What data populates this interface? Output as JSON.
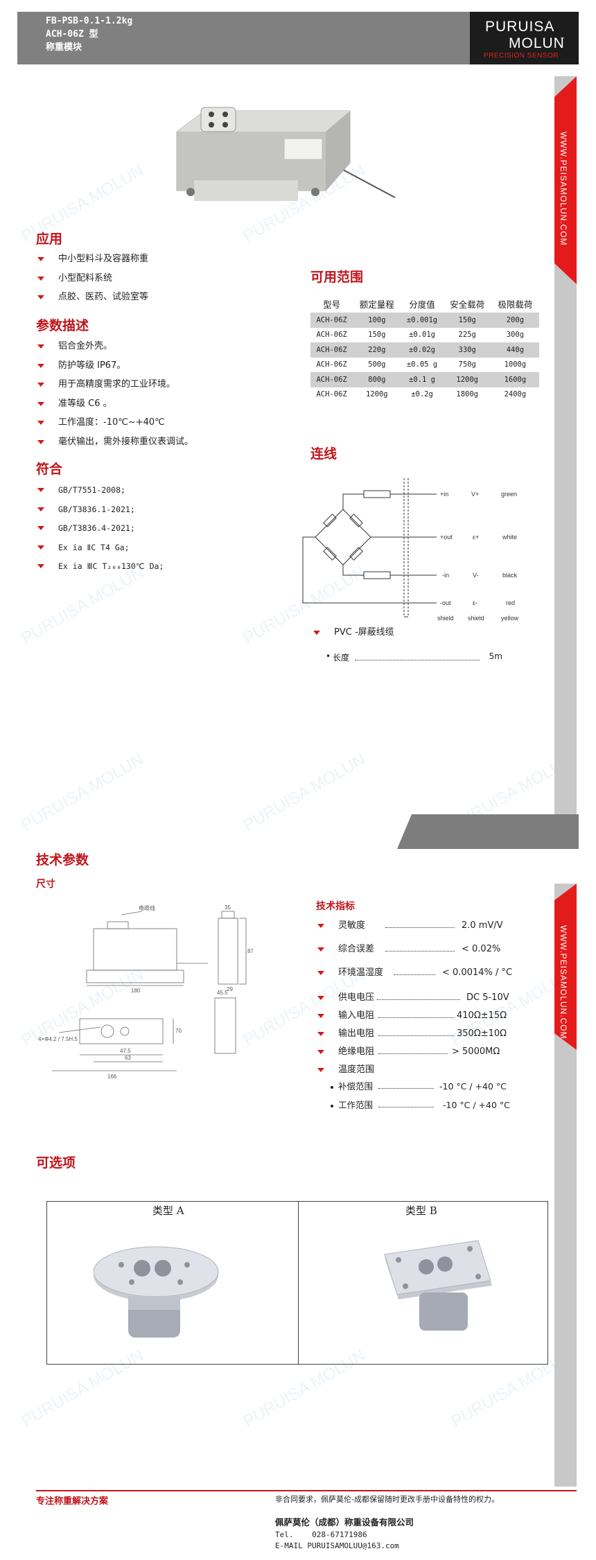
{
  "header": {
    "line1": "FB-PSB-0.1-1.2kg",
    "line2": "ACH-06Z 型",
    "line3": "称重模块",
    "brand1": "PURUISA",
    "brand2": "MOLUN",
    "brand_tm": "™",
    "brand3": "PRECISION  SENSOR"
  },
  "side": {
    "url": "WWW.PEISAMOLUN.COM"
  },
  "watermark": "PURUISA MOLUN",
  "application": {
    "title": "应用",
    "items": [
      "中小型料斗及容器称重",
      "小型配料系统",
      "点胶、医药、试验室等"
    ]
  },
  "parameters": {
    "title": "参数描述",
    "items": [
      "铝合金外壳。",
      "防护等级 IP67。",
      "用于高精度需求的工业环境。",
      "准等级 C6 。",
      "工作温度：-10℃~+40℃",
      "毫伏输出，需外接称重仪表调试。"
    ]
  },
  "compliance": {
    "title": "符合",
    "items": [
      "GB/T7551-2008;",
      "GB/T3836.1-2021;",
      "GB/T3836.4-2021;",
      "Ex ia ⅡC T4 Ga;",
      "Ex ia ⅢC T₂₀₀130℃ Da;"
    ]
  },
  "range": {
    "title": "可用范围",
    "headers": [
      "型号",
      "额定量程",
      "分度值",
      "安全载荷",
      "极限载荷"
    ],
    "rows": [
      [
        "ACH-06Z",
        "100g",
        "±0.001g",
        "150g",
        "200g"
      ],
      [
        "ACH-06Z",
        "150g",
        "±0.01g",
        "225g",
        "300g"
      ],
      [
        "ACH-06Z",
        "220g",
        "±0.02g",
        "330g",
        "440g"
      ],
      [
        "ACH-06Z",
        "500g",
        "±0.05 g",
        "750g",
        "1000g"
      ],
      [
        "ACH-06Z",
        "800g",
        "±0.1 g",
        "1200g",
        "1600g"
      ],
      [
        "ACH-06Z",
        "1200g",
        "±0.2g",
        "1800g",
        "2400g"
      ]
    ]
  },
  "wiring": {
    "title": "连线",
    "pins": [
      {
        "pin": "+in",
        "sym": "V+",
        "color": "green"
      },
      {
        "pin": "+out",
        "sym": "ε+",
        "color": "white"
      },
      {
        "pin": "-in",
        "sym": "V-",
        "color": "black"
      },
      {
        "pin": "-out",
        "sym": "ε-",
        "color": "red"
      },
      {
        "pin": "shield",
        "sym": "shield",
        "color": "yellow"
      }
    ],
    "cable": "PVC -屏蔽线缆",
    "length_label": "长度",
    "length_value": "5m"
  },
  "tech": {
    "title": "技术参数",
    "dims_title": "尺寸",
    "dims": {
      "d180": "180",
      "d166": "166",
      "d63": "63",
      "d475": "47.5",
      "d70": "70",
      "d87": "87",
      "d29": "29",
      "d35": "35",
      "d455": "45.5",
      "cable_label": "电缆线",
      "note": "4×Φ4.2 / 7.5H.5"
    },
    "spec_title": "技术指标",
    "specs": [
      {
        "label": "灵敏度",
        "value": "2.0 mV/V"
      },
      {
        "label": "综合误差",
        "value": "< 0.02%"
      },
      {
        "label": "环境温湿度",
        "value": "< 0.0014% / °C"
      },
      {
        "label": "供电电压",
        "value": "DC 5-10V"
      },
      {
        "label": "输入电阻",
        "value": "410Ω±15Ω"
      },
      {
        "label": "输出电阻",
        "value": "350Ω±10Ω"
      },
      {
        "label": "绝缘电阻",
        "value": "> 5000MΩ"
      },
      {
        "label": "温度范围",
        "value": ""
      }
    ],
    "temps": [
      {
        "label": "补偿范围",
        "value": "-10 °C / +40 °C"
      },
      {
        "label": "工作范围",
        "value": "-10 °C / +40 °C"
      }
    ]
  },
  "options": {
    "title": "可选项",
    "type_a": "类型 A",
    "type_b": "类型 B"
  },
  "footer": {
    "slogan": "专注称重解决方案",
    "notice": "非合同要求，佩萨莫伦-成都保留随时更改手册中设备特性的权力。",
    "company": "佩萨莫伦（成都）称重设备有限公司",
    "tel_label": "Tel.",
    "tel": "028-67171986",
    "email": "E-MAIL PURUISAMOLUU@163.com"
  }
}
